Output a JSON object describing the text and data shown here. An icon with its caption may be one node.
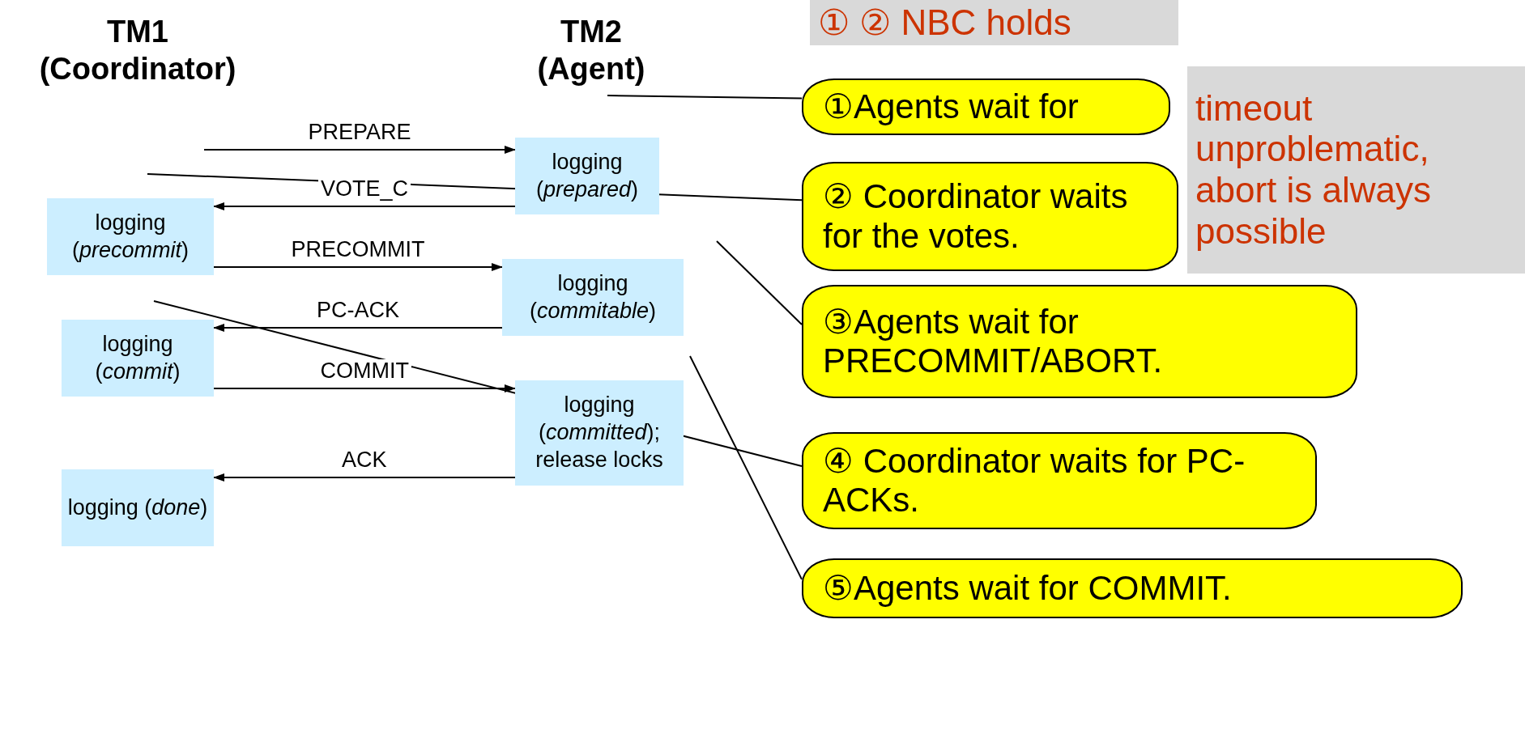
{
  "diagram": {
    "nodes": [
      {
        "text": [
          "TM1 (Coordinator)"
        ]
      },
      {
        "text": [
          "TM2 (Agent)"
        ]
      },
      {
        "text": [
          "① ② NBC holds"
        ]
      },
      {
        "text": [
          "①Agents wait for"
        ]
      },
      {
        "text": [
          "timeout unproblematic, abort is always possible"
        ]
      },
      {
        "text": [
          "logging (*prepared*)"
        ]
      },
      {
        "text": [
          "② Coordinator waits for the votes."
        ]
      },
      {
        "text": [
          "logging (*precommit*)"
        ]
      },
      {
        "text": [
          "③Agents wait for PRECOMMIT/ABORT."
        ]
      },
      {
        "text": [
          "logging (*commitable*)"
        ]
      },
      {
        "text": [
          "④ Coordinator waits for PC-ACKs."
        ]
      },
      {
        "text": [
          "logging (*commit*)"
        ]
      },
      {
        "text": [
          "⑤Agents wait for COMMIT."
        ]
      },
      {
        "text": [
          "logging (*committed*); release locks"
        ]
      },
      {
        "text": [
          "logging (*done*)"
        ]
      }
    ],
    "edges": [
      {
        "from": null,
        "to": 5,
        "arrow": "to",
        "label": "PREPARE"
      },
      {
        "from": 5,
        "to": 7,
        "arrow": "to",
        "label": "VOTE_C"
      },
      {
        "from": 7,
        "to": 9,
        "arrow": "to",
        "label": "PRECOMMIT"
      },
      {
        "from": 9,
        "to": 11,
        "arrow": "to",
        "label": "PC-ACK"
      },
      {
        "from": 11,
        "to": 13,
        "arrow": "to",
        "label": "COMMIT"
      },
      {
        "from": 13,
        "to": 14,
        "arrow": "to",
        "label": "ACK"
      },
      {
        "from": 3,
        "to": 1,
        "arrow": "none"
      },
      {
        "from": 6,
        "to": null,
        "arrow": "none"
      },
      {
        "from": 8,
        "to": null,
        "arrow": "none"
      },
      {
        "from": 10,
        "to": null,
        "arrow": "none"
      },
      {
        "from": 12,
        "to": null,
        "arrow": "none"
      }
    ]
  }
}
